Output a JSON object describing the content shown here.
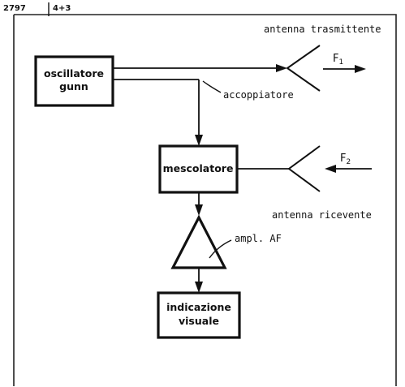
{
  "header": {
    "code": "2797",
    "sheet": "4+3"
  },
  "blocks": {
    "oscillator": [
      "oscillatore",
      "gunn"
    ],
    "mixer": "mescolatore",
    "amplifier_label": "ampl. AF",
    "display": [
      "indicazione",
      "visuale"
    ]
  },
  "labels": {
    "tx_antenna": "antenna trasmittente",
    "rx_antenna": "antenna ricevente",
    "coupler": "accoppiatore",
    "f1": "F",
    "f1_sub": "1",
    "f2": "F",
    "f2_sub": "2"
  }
}
